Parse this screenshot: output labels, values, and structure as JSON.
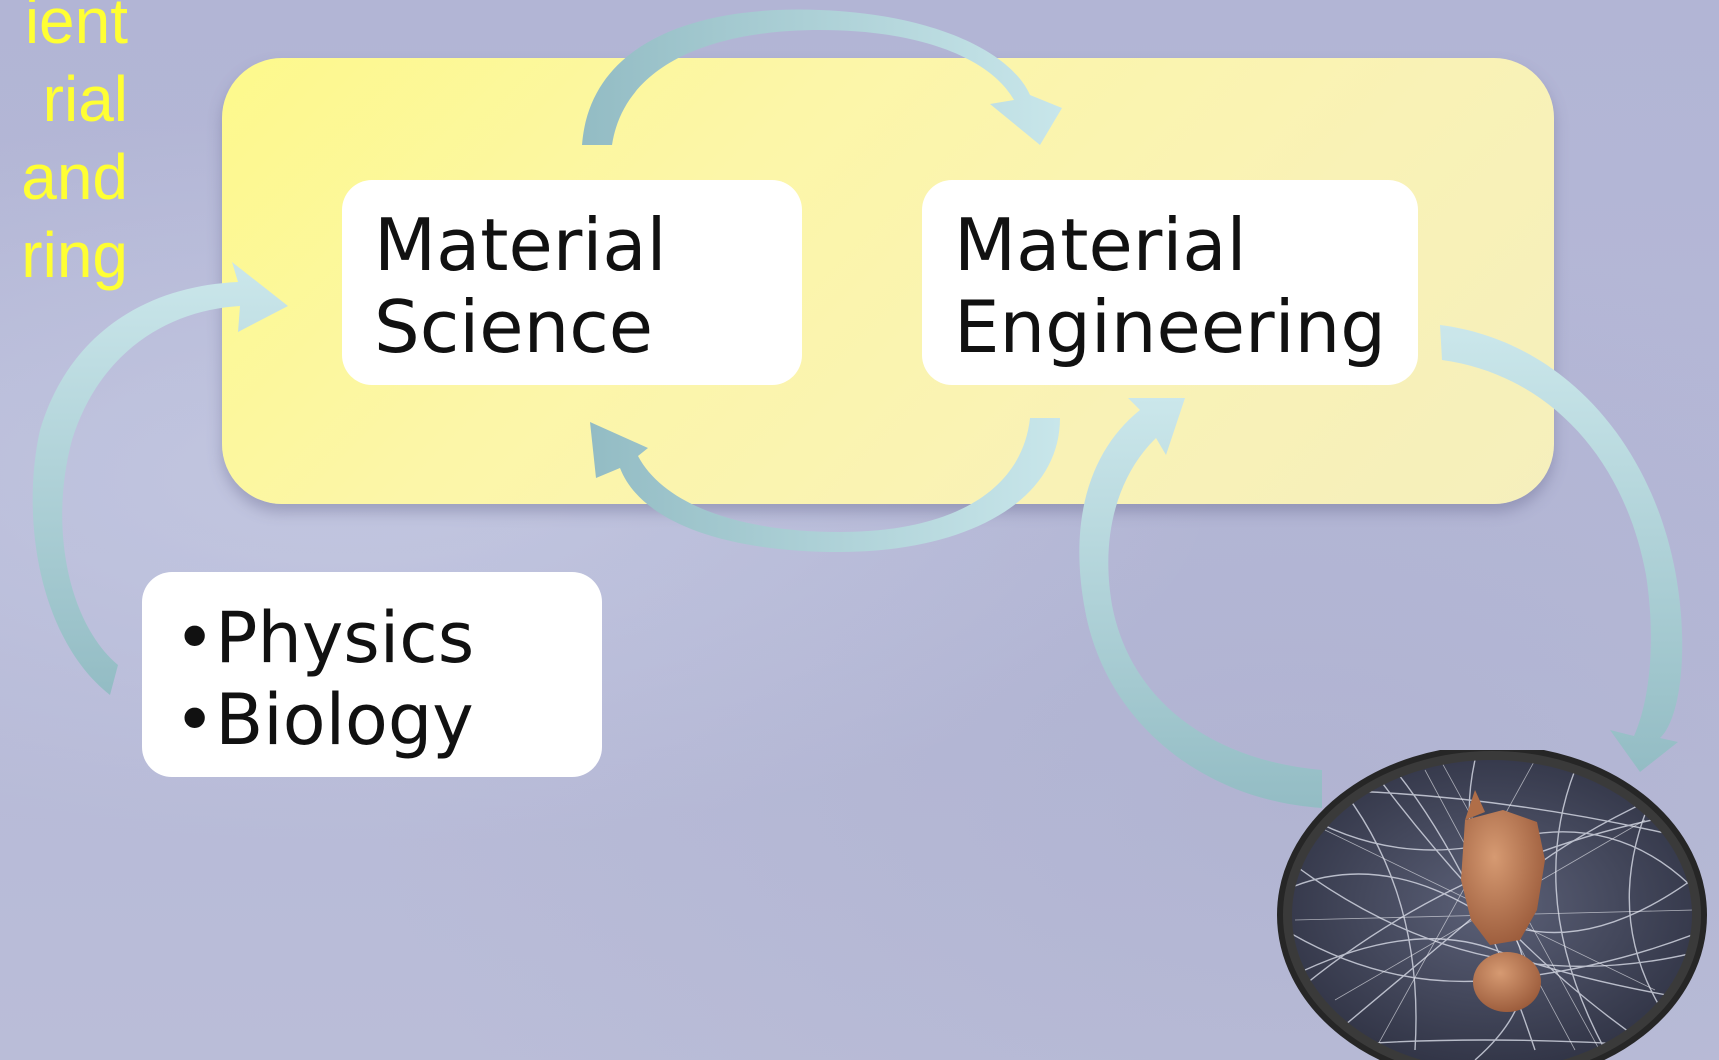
{
  "left_text": {
    "lines": [
      "ient",
      "rial",
      "and",
      "ring"
    ],
    "color": "#ffff33"
  },
  "boxes": {
    "material_science": {
      "line1": "Material",
      "line2": "Science"
    },
    "material_engineering": {
      "line1": "Material",
      "line2": "Engineering"
    },
    "disciplines": {
      "items": [
        "•Physics",
        "•Biology"
      ]
    }
  },
  "colors": {
    "background": "#b4b7d6",
    "panel": "#fcf7a6",
    "arrow": "#9cc8cf"
  },
  "image": {
    "semantic": "cell-microscopy-image"
  }
}
